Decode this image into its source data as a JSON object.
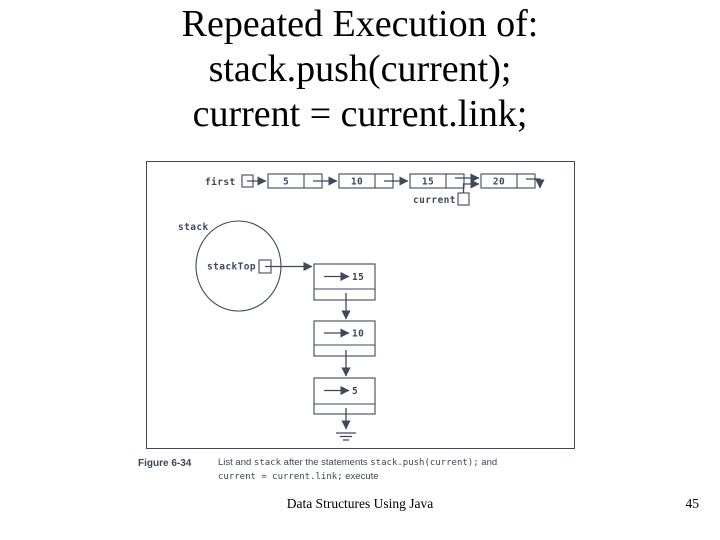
{
  "title": {
    "lines": [
      "Repeated Execution of:",
      "stack.push(current);",
      "current = current.link;"
    ]
  },
  "diagram": {
    "first_label": "first",
    "current_label": "current",
    "list_nodes": [
      "5",
      "10",
      "15",
      "20"
    ],
    "stack_label": "stack",
    "stacktop_label": "stackTop",
    "stack_items": [
      "15",
      "10",
      "5"
    ],
    "stroke_color": "#3d4a5c"
  },
  "caption": {
    "label": "Figure 6-34",
    "l1_a": "List and ",
    "l1_b": "stack",
    "l1_c": " after the statements ",
    "l1_d": "stack.push(current);",
    "l1_e": " and",
    "l2_a": "current = current.link;",
    "l2_b": " execute"
  },
  "footer": {
    "title": "Data Structures Using Java",
    "page": "45"
  }
}
